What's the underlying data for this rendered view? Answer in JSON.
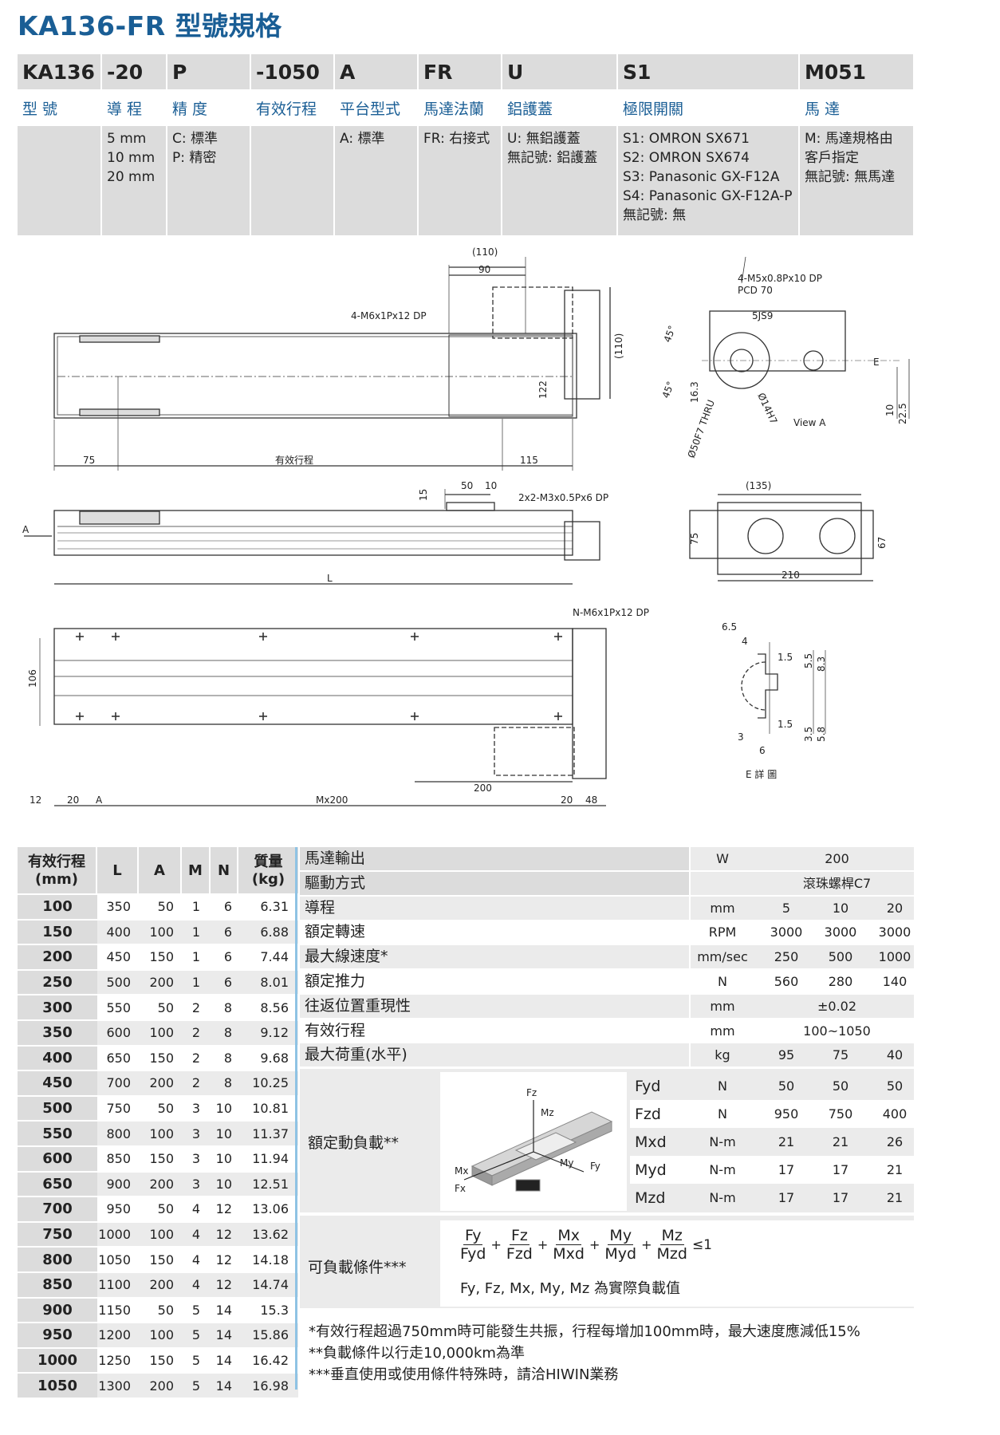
{
  "title": "KA136-FR 型號規格",
  "code_table": {
    "columns": [
      {
        "code": "KA136",
        "label": "型 號",
        "options": []
      },
      {
        "code": "-20",
        "label": "導 程",
        "options": [
          "5 mm",
          "10 mm",
          "20 mm"
        ]
      },
      {
        "code": "P",
        "label": "精 度",
        "options": [
          "C: 標準",
          "P: 精密"
        ]
      },
      {
        "code": "-1050",
        "label": "有效行程",
        "options": []
      },
      {
        "code": "A",
        "label": "平台型式",
        "options": [
          "A: 標準"
        ]
      },
      {
        "code": "FR",
        "label": "馬達法蘭",
        "options": [
          "FR: 右接式"
        ]
      },
      {
        "code": "U",
        "label": "鋁護蓋",
        "options": [
          "U: 無鋁護蓋",
          "無記號: 鋁護蓋"
        ]
      },
      {
        "code": "S1",
        "label": "極限開關",
        "options": [
          "S1: OMRON SX671",
          "S2: OMRON SX674",
          "S3: Panasonic  GX-F12A",
          "S4: Panasonic  GX-F12A-P",
          "無記號: 無"
        ]
      },
      {
        "code": "M051",
        "label": "馬 達",
        "options": [
          "M: 馬達規格由",
          "客戶指定",
          "無記號: 無馬達"
        ]
      }
    ]
  },
  "drawing": {
    "top_view": {
      "dims": [
        "(110)",
        "90",
        "4-M6x1Px12 DP",
        "(110)",
        "122",
        "75",
        "有效行程",
        "115"
      ]
    },
    "view_a": {
      "dims": [
        "4-M5x0.8Px10 DP",
        "PCD 70",
        "5JS9",
        "45°",
        "45°",
        "16.3",
        "Ø50F7 THRU",
        "Ø14H7",
        "E",
        "10",
        "22.5",
        "View A"
      ]
    },
    "side_view": {
      "dims": [
        "15",
        "50",
        "10",
        "2x2-M3x0.5Px6 DP",
        "A",
        "L"
      ]
    },
    "end_view": {
      "dims": [
        "(135)",
        "75",
        "67",
        "210"
      ]
    },
    "bottom_view": {
      "dims": [
        "N-M6x1Px12 DP",
        "106",
        "200",
        "12",
        "20",
        "A",
        "Mx200",
        "20",
        "48"
      ]
    },
    "detail_e": {
      "dims": [
        "6.5",
        "4",
        "1.5",
        "5.5",
        "8.3",
        "1.5",
        "3",
        "6",
        "3.5",
        "5.8",
        "E 詳 圖"
      ]
    }
  },
  "stroke_table": {
    "headers": [
      "有效行程\n(mm)",
      "L",
      "A",
      "M",
      "N",
      "質量\n(kg)"
    ],
    "rows": [
      [
        "100",
        "350",
        "50",
        "1",
        "6",
        "6.31"
      ],
      [
        "150",
        "400",
        "100",
        "1",
        "6",
        "6.88"
      ],
      [
        "200",
        "450",
        "150",
        "1",
        "6",
        "7.44"
      ],
      [
        "250",
        "500",
        "200",
        "1",
        "6",
        "8.01"
      ],
      [
        "300",
        "550",
        "50",
        "2",
        "8",
        "8.56"
      ],
      [
        "350",
        "600",
        "100",
        "2",
        "8",
        "9.12"
      ],
      [
        "400",
        "650",
        "150",
        "2",
        "8",
        "9.68"
      ],
      [
        "450",
        "700",
        "200",
        "2",
        "8",
        "10.25"
      ],
      [
        "500",
        "750",
        "50",
        "3",
        "10",
        "10.81"
      ],
      [
        "550",
        "800",
        "100",
        "3",
        "10",
        "11.37"
      ],
      [
        "600",
        "850",
        "150",
        "3",
        "10",
        "11.94"
      ],
      [
        "650",
        "900",
        "200",
        "3",
        "10",
        "12.51"
      ],
      [
        "700",
        "950",
        "50",
        "4",
        "12",
        "13.06"
      ],
      [
        "750",
        "1000",
        "100",
        "4",
        "12",
        "13.62"
      ],
      [
        "800",
        "1050",
        "150",
        "4",
        "12",
        "14.18"
      ],
      [
        "850",
        "1100",
        "200",
        "4",
        "12",
        "14.74"
      ],
      [
        "900",
        "1150",
        "50",
        "5",
        "14",
        "15.3"
      ],
      [
        "950",
        "1200",
        "100",
        "5",
        "14",
        "15.86"
      ],
      [
        "1000",
        "1250",
        "150",
        "5",
        "14",
        "16.42"
      ],
      [
        "1050",
        "1300",
        "200",
        "5",
        "14",
        "16.98"
      ]
    ]
  },
  "performance": {
    "rows": [
      {
        "label": "馬達輸出",
        "unit": "W",
        "span": "200"
      },
      {
        "label": "驅動方式",
        "unit": "",
        "span": "滾珠螺桿C7"
      },
      {
        "label": "導程",
        "unit": "mm",
        "values": [
          "5",
          "10",
          "20"
        ]
      },
      {
        "label": "額定轉速",
        "unit": "RPM",
        "values": [
          "3000",
          "3000",
          "3000"
        ]
      },
      {
        "label": "最大線速度*",
        "unit": "mm/sec",
        "values": [
          "250",
          "500",
          "1000"
        ]
      },
      {
        "label": "額定推力",
        "unit": "N",
        "values": [
          "560",
          "280",
          "140"
        ]
      },
      {
        "label": "往返位置重現性",
        "unit": "mm",
        "span": "±0.02"
      },
      {
        "label": "有效行程",
        "unit": "mm",
        "span": "100~1050"
      },
      {
        "label": "最大荷重(水平)",
        "unit": "kg",
        "values": [
          "95",
          "75",
          "40"
        ]
      }
    ],
    "dynamic_load": {
      "label": "額定動負載**",
      "image_labels": [
        "Fz",
        "Mz",
        "Mx",
        "My",
        "Fy",
        "Fx"
      ],
      "rows": [
        {
          "name": "Fyd",
          "unit": "N",
          "values": [
            "50",
            "50",
            "50"
          ]
        },
        {
          "name": "Fzd",
          "unit": "N",
          "values": [
            "950",
            "750",
            "400"
          ]
        },
        {
          "name": "Mxd",
          "unit": "N-m",
          "values": [
            "21",
            "21",
            "26"
          ]
        },
        {
          "name": "Myd",
          "unit": "N-m",
          "values": [
            "17",
            "17",
            "21"
          ]
        },
        {
          "name": "Mzd",
          "unit": "N-m",
          "values": [
            "17",
            "17",
            "21"
          ]
        }
      ]
    },
    "load_condition": {
      "label": "可負載條件***",
      "fractions": [
        [
          "Fy",
          "Fyd"
        ],
        [
          "Fz",
          "Fzd"
        ],
        [
          "Mx",
          "Mxd"
        ],
        [
          "My",
          "Myd"
        ],
        [
          "Mz",
          "Mzd"
        ]
      ],
      "operator": "+",
      "inequality": "≤1",
      "note": "Fy, Fz, Mx, My, Mz 為實際負載值"
    }
  },
  "notes": [
    "*有效行程超過750mm時可能發生共振，行程每增加100mm時，最大速度應減低15%",
    "**負載條件以行走10,000km為準",
    "***垂直使用或使用條件特殊時，請洽HIWIN業務"
  ],
  "colors": {
    "title": "#1a5e95",
    "label_blue": "#1a5e95",
    "header_gray": "#dcdcdc",
    "row_gray": "#ebebeb",
    "accent_line": "#8fc3e4"
  }
}
